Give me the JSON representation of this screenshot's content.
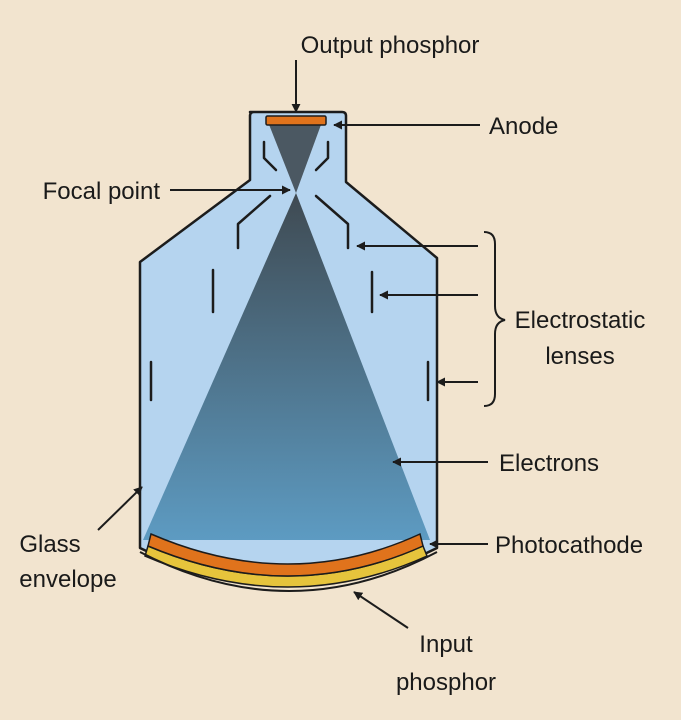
{
  "labels": {
    "output_phosphor": "Output phosphor",
    "anode": "Anode",
    "focal_point": "Focal point",
    "electrostatic_lenses": [
      "Electrostatic",
      "lenses"
    ],
    "electrons": "Electrons",
    "glass_envelope": [
      "Glass",
      "envelope"
    ],
    "photocathode": "Photocathode",
    "input_phosphor": [
      "Input",
      "phosphor"
    ]
  },
  "colors": {
    "background": "#f2e4cf",
    "glass": "#b5d4ef",
    "beam_top": "#3f4a52",
    "beam_bottom": "#5d9bc2",
    "photocathode": "#e0731c",
    "input_phosphor": "#e6c43c",
    "outline": "#1c1c1c"
  }
}
